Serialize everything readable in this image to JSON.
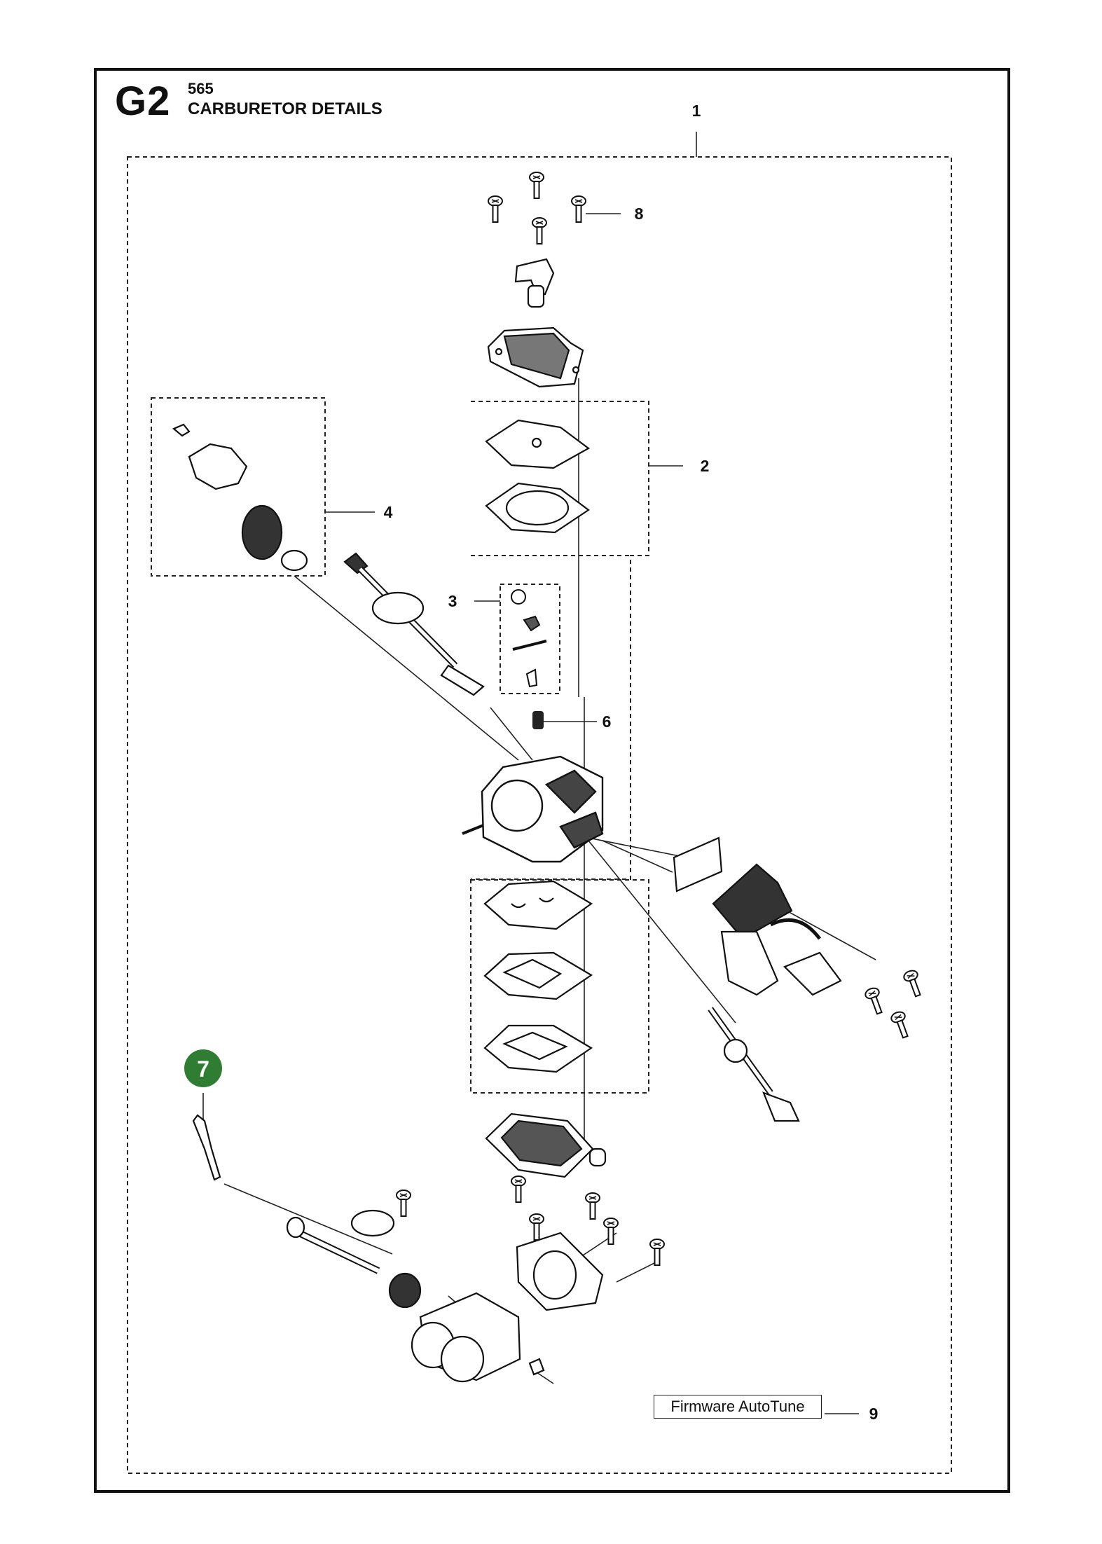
{
  "header": {
    "page_code": "G2",
    "model": "565",
    "title": "CARBURETOR DETAILS"
  },
  "callouts": {
    "c1": "1",
    "c2": "2",
    "c3": "3",
    "c4": "4",
    "c6": "6",
    "c7": "7",
    "c8": "8",
    "c9": "9"
  },
  "firmware_label": "Firmware AutoTune",
  "colors": {
    "highlight_badge": "#2e7d32",
    "line": "#1a1a1a"
  }
}
